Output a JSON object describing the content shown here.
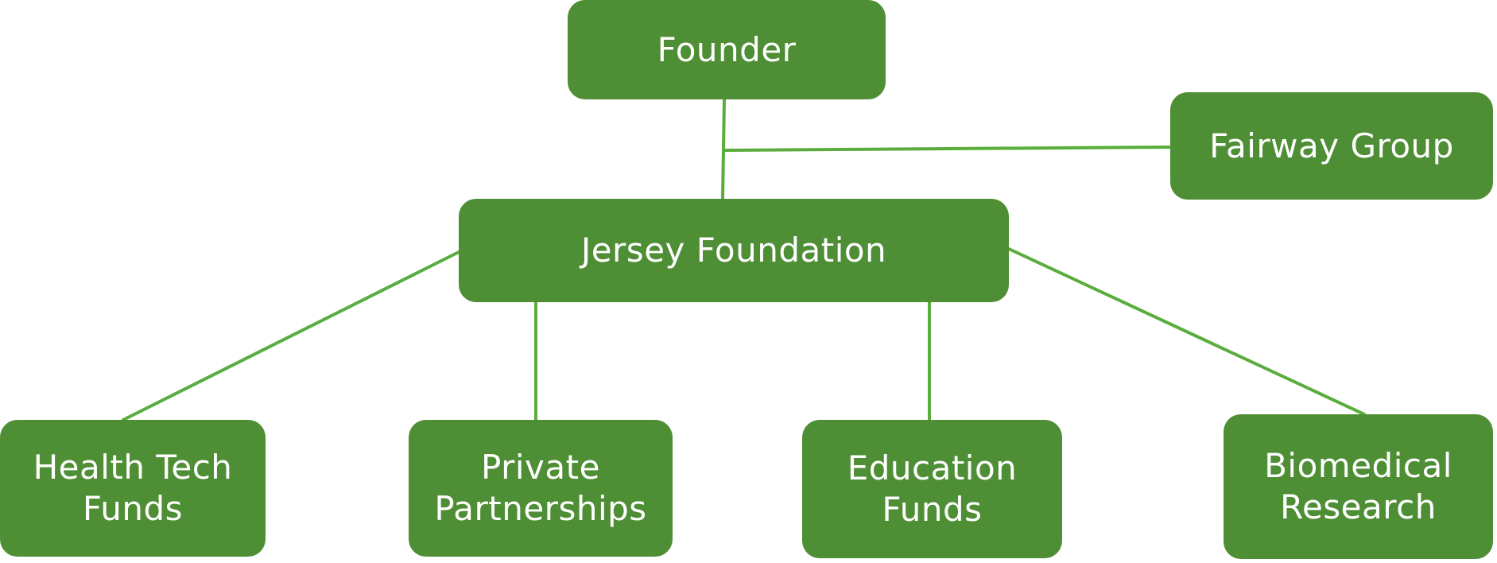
{
  "diagram": {
    "colors": {
      "node_fill": "#4e8e34",
      "node_text": "#ffffff",
      "connector": "#5aad3c"
    },
    "nodes": {
      "founder": {
        "label": "Founder"
      },
      "fairway_group": {
        "label": "Fairway Group"
      },
      "jersey_foundation": {
        "label": "Jersey Foundation"
      },
      "health_tech_funds": {
        "line1": "Health Tech",
        "line2": "Funds"
      },
      "private_partnerships": {
        "line1": "Private",
        "line2": "Partnerships"
      },
      "education_funds": {
        "line1": "Education",
        "line2": "Funds"
      },
      "biomedical_research": {
        "line1": "Biomedical",
        "line2": "Research"
      }
    },
    "edges": [
      {
        "from": "founder",
        "to": "jersey_foundation"
      },
      {
        "from": "founder",
        "to": "fairway_group"
      },
      {
        "from": "jersey_foundation",
        "to": "health_tech_funds"
      },
      {
        "from": "jersey_foundation",
        "to": "private_partnerships"
      },
      {
        "from": "jersey_foundation",
        "to": "education_funds"
      },
      {
        "from": "jersey_foundation",
        "to": "biomedical_research"
      }
    ]
  }
}
